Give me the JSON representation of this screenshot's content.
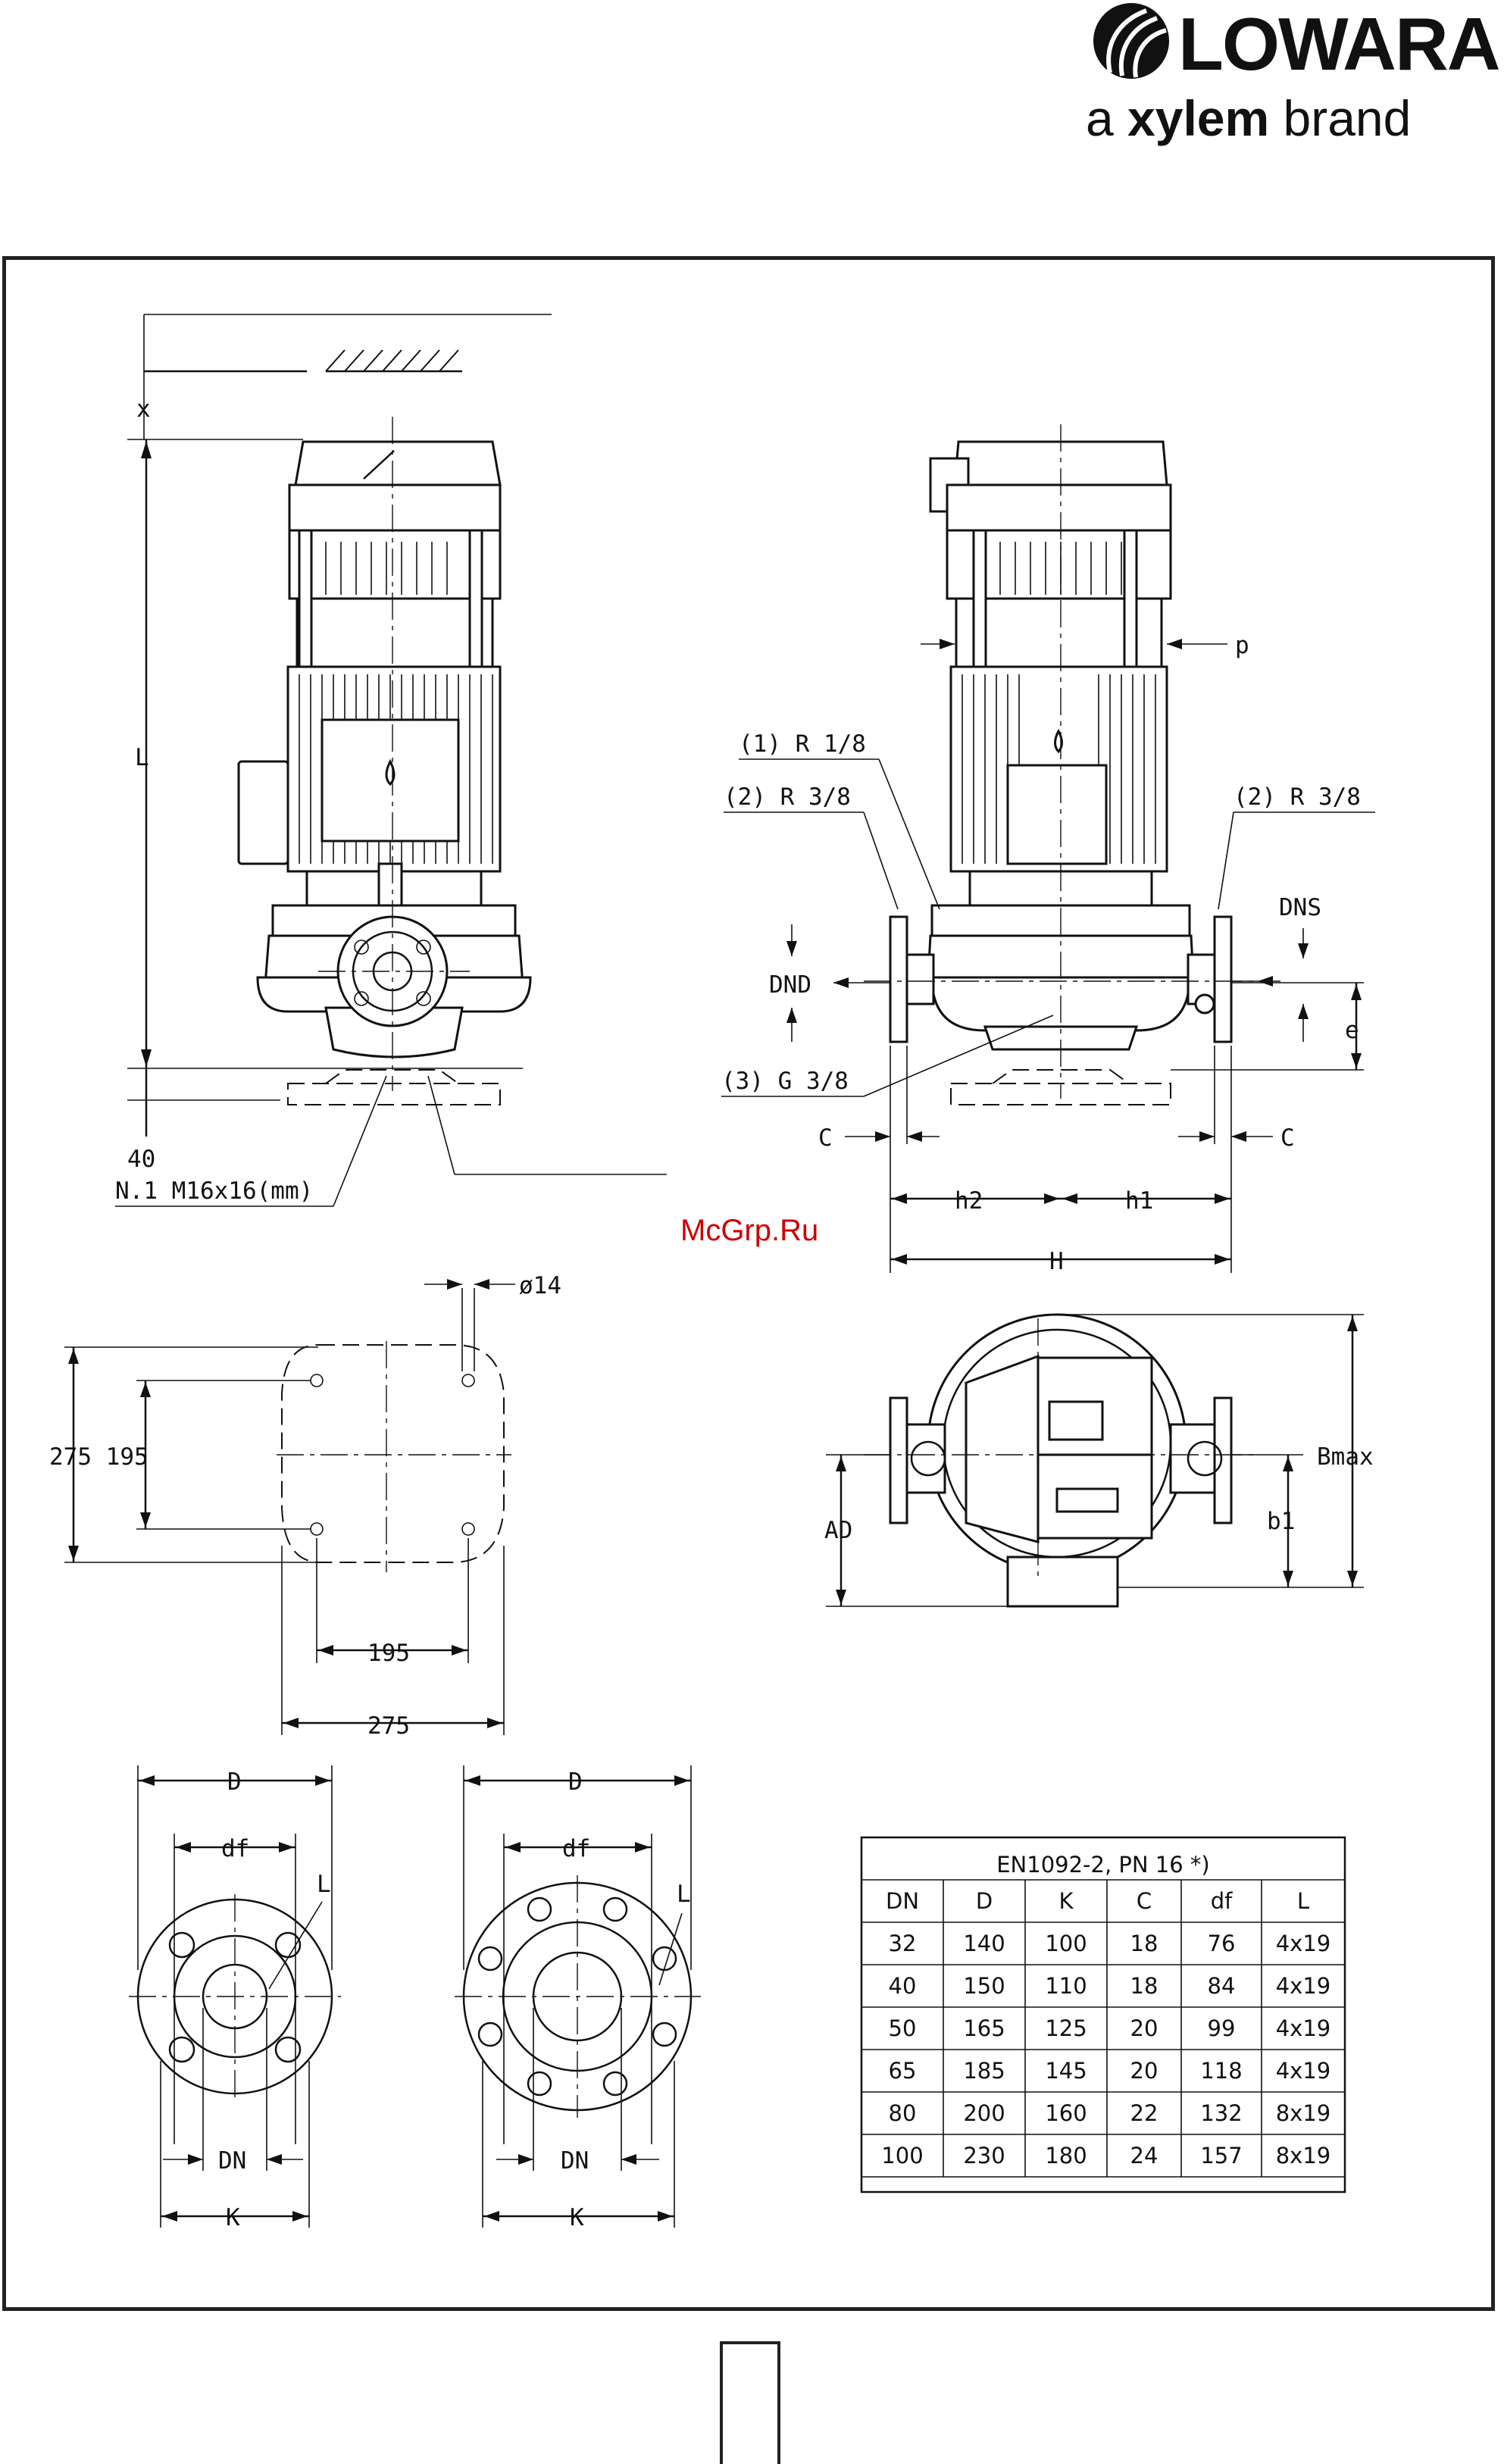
{
  "brand": {
    "name": "LOWARA",
    "tagline_pre": "a ",
    "tagline_bold": "xylem",
    "tagline_post": " brand"
  },
  "watermark": "McGrp.Ru",
  "side_view": {
    "label_x": "x",
    "label_L": "L",
    "label_40": "40",
    "label_bolt": "N.1 M16x16(mm)"
  },
  "front_view": {
    "label_p": "p",
    "label_r18": "(1) R 1/8",
    "label_r38_left": "(2) R 3/8",
    "label_r38_right": "(2) R 3/8",
    "label_dns": "DNS",
    "label_dnd": "DND",
    "label_e": "e",
    "label_g38": "(3) G 3/8",
    "label_c_left": "C",
    "label_c_right": "C",
    "label_h2": "h2",
    "label_h1": "h1",
    "label_H": "H"
  },
  "base_plan": {
    "label_d14": "ø14",
    "label_275_195": "275 195",
    "label_195": "195",
    "label_275": "275"
  },
  "top_view": {
    "label_bmax": "Bmax",
    "label_ad": "AD",
    "label_b1": "b1"
  },
  "flange_4": {
    "label_D": "D",
    "label_df": "df",
    "label_L": "L",
    "label_DN": "DN",
    "label_K": "K"
  },
  "flange_8": {
    "label_D": "D",
    "label_df": "df",
    "label_L": "L",
    "label_DN": "DN",
    "label_K": "K"
  },
  "flange_table": {
    "title": "EN1092-2, PN 16 *)",
    "headers": [
      "DN",
      "D",
      "K",
      "C",
      "df",
      "L"
    ],
    "rows": [
      [
        "32",
        "140",
        "100",
        "18",
        "76",
        "4x19"
      ],
      [
        "40",
        "150",
        "110",
        "18",
        "84",
        "4x19"
      ],
      [
        "50",
        "165",
        "125",
        "20",
        "99",
        "4x19"
      ],
      [
        "65",
        "185",
        "145",
        "20",
        "118",
        "4x19"
      ],
      [
        "80",
        "200",
        "160",
        "22",
        "132",
        "8x19"
      ],
      [
        "100",
        "230",
        "180",
        "24",
        "157",
        "8x19"
      ]
    ]
  }
}
